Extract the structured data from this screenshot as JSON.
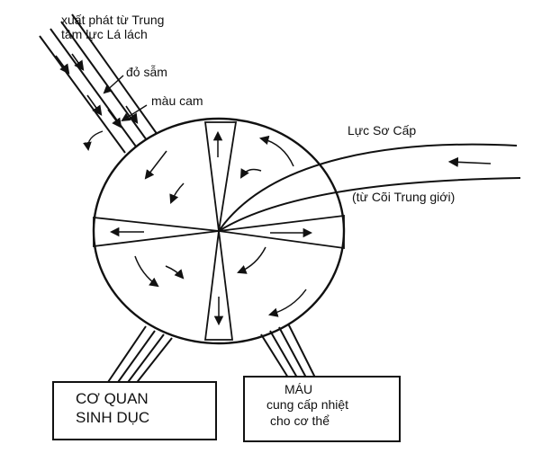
{
  "labels": {
    "origin_line1": "xuất phát từ Trung",
    "origin_line2": "tâm lực Lá lách",
    "dark_red": "đỏ sẫm",
    "orange": "màu cam",
    "primary_force": "Lực Sơ Cấp",
    "primary_source": "(từ Cõi Trung giới)"
  },
  "boxes": {
    "reproductive": {
      "line1": "CƠ QUAN",
      "line2": "SINH DỤC"
    },
    "blood": {
      "line1": "MÁU",
      "line2": "cung cấp nhiệt",
      "line3": "cho cơ thể"
    }
  },
  "colors": {
    "ink": "#111111",
    "background": "#ffffff"
  }
}
